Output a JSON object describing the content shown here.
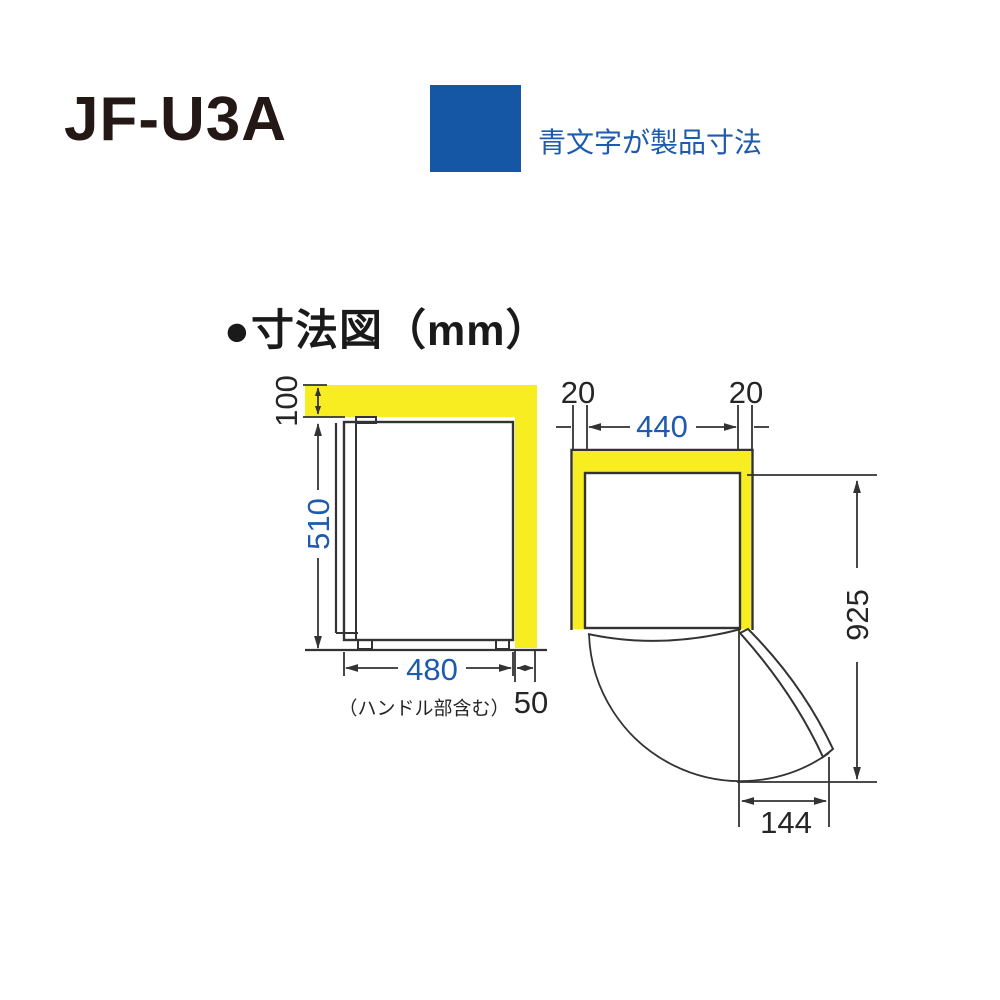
{
  "header": {
    "model": "JF-U3A"
  },
  "legend": {
    "label": "青文字が製品寸法",
    "swatch_color": "#1556A5"
  },
  "section": {
    "title": "●寸法図（mm）"
  },
  "units": "mm",
  "colors": {
    "clearance_yellow": "#F8ED21",
    "dimension_blue": "#1E5AAE",
    "line_black": "#333333"
  },
  "side_view": {
    "top_clearance": "100",
    "height": "510",
    "width": "480",
    "width_note": "（ハンドル部含む）",
    "rear_clearance": "50"
  },
  "top_view": {
    "left_clearance": "20",
    "right_clearance": "20",
    "width": "440",
    "depth_door_open": "925",
    "door_protrusion": "144"
  }
}
